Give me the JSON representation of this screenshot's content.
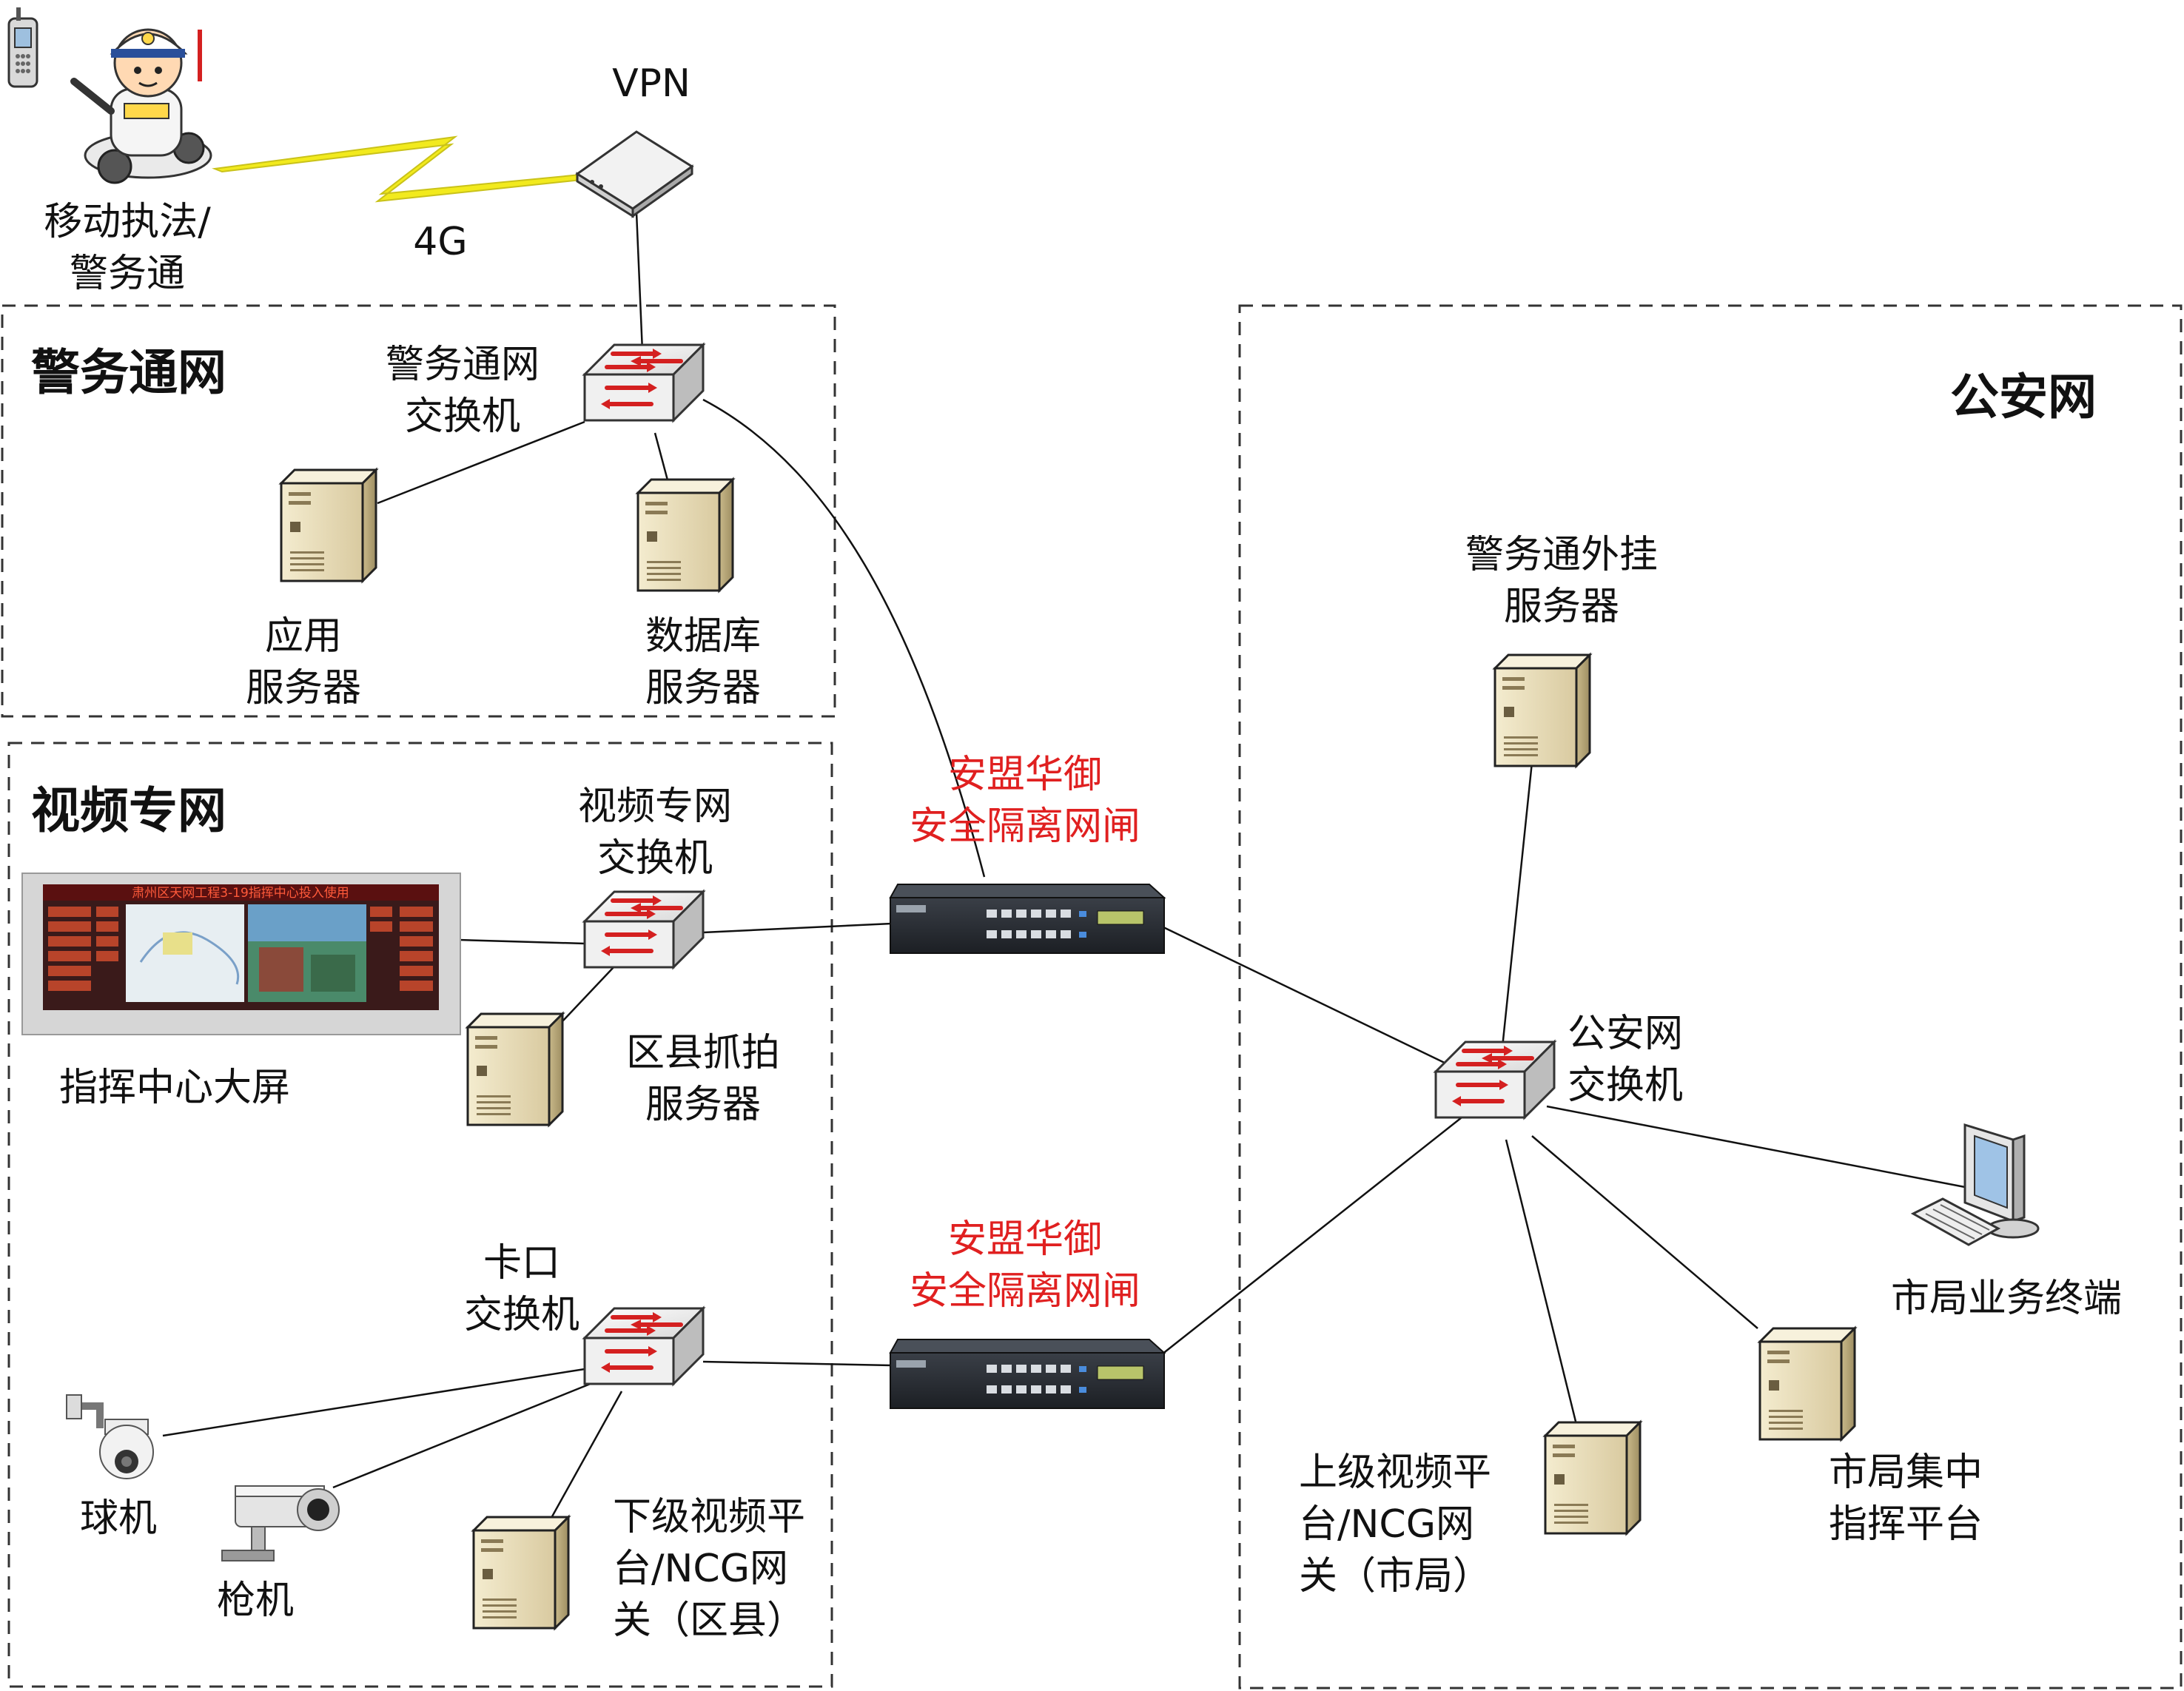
{
  "zones": {
    "police": "警务通网",
    "video": "视频专网",
    "public_security": "公安网"
  },
  "devices": {
    "mobile": [
      "移动执法/",
      "警务通"
    ],
    "vpn": "VPN",
    "link_4g": "4G",
    "police_switch": [
      "警务通网",
      "交换机"
    ],
    "app_server": [
      "应用",
      "服务器"
    ],
    "db_server": [
      "数据库",
      "服务器"
    ],
    "video_switch": [
      "视频专网",
      "交换机"
    ],
    "command_screen": "指挥中心大屏",
    "capture_server": [
      "区县抓拍",
      "服务器"
    ],
    "checkpoint_switch": [
      "卡口",
      "交换机"
    ],
    "dome_camera": "球机",
    "bullet_camera": "枪机",
    "lower_platform": [
      "下级视频平",
      "台/NCG网",
      "关（区县）"
    ],
    "gatekeeper_top": [
      "安盟华御",
      "安全隔离网闸"
    ],
    "gatekeeper_bottom": [
      "安盟华御",
      "安全隔离网闸"
    ],
    "external_server": [
      "警务通外挂",
      "服务器"
    ],
    "ps_switch": [
      "公安网",
      "交换机"
    ],
    "city_terminal": "市局业务终端",
    "upper_platform": [
      "上级视频平",
      "台/NCG网",
      "关（市局）"
    ],
    "city_command": [
      "市局集中",
      "指挥平台"
    ],
    "screen_banner": "肃州区天网工程3-19指挥中心投入使用"
  },
  "colors": {
    "gatekeeper_label": "#e02020",
    "lightning": "#f2ea1d",
    "switch_arrow": "#d42020"
  }
}
